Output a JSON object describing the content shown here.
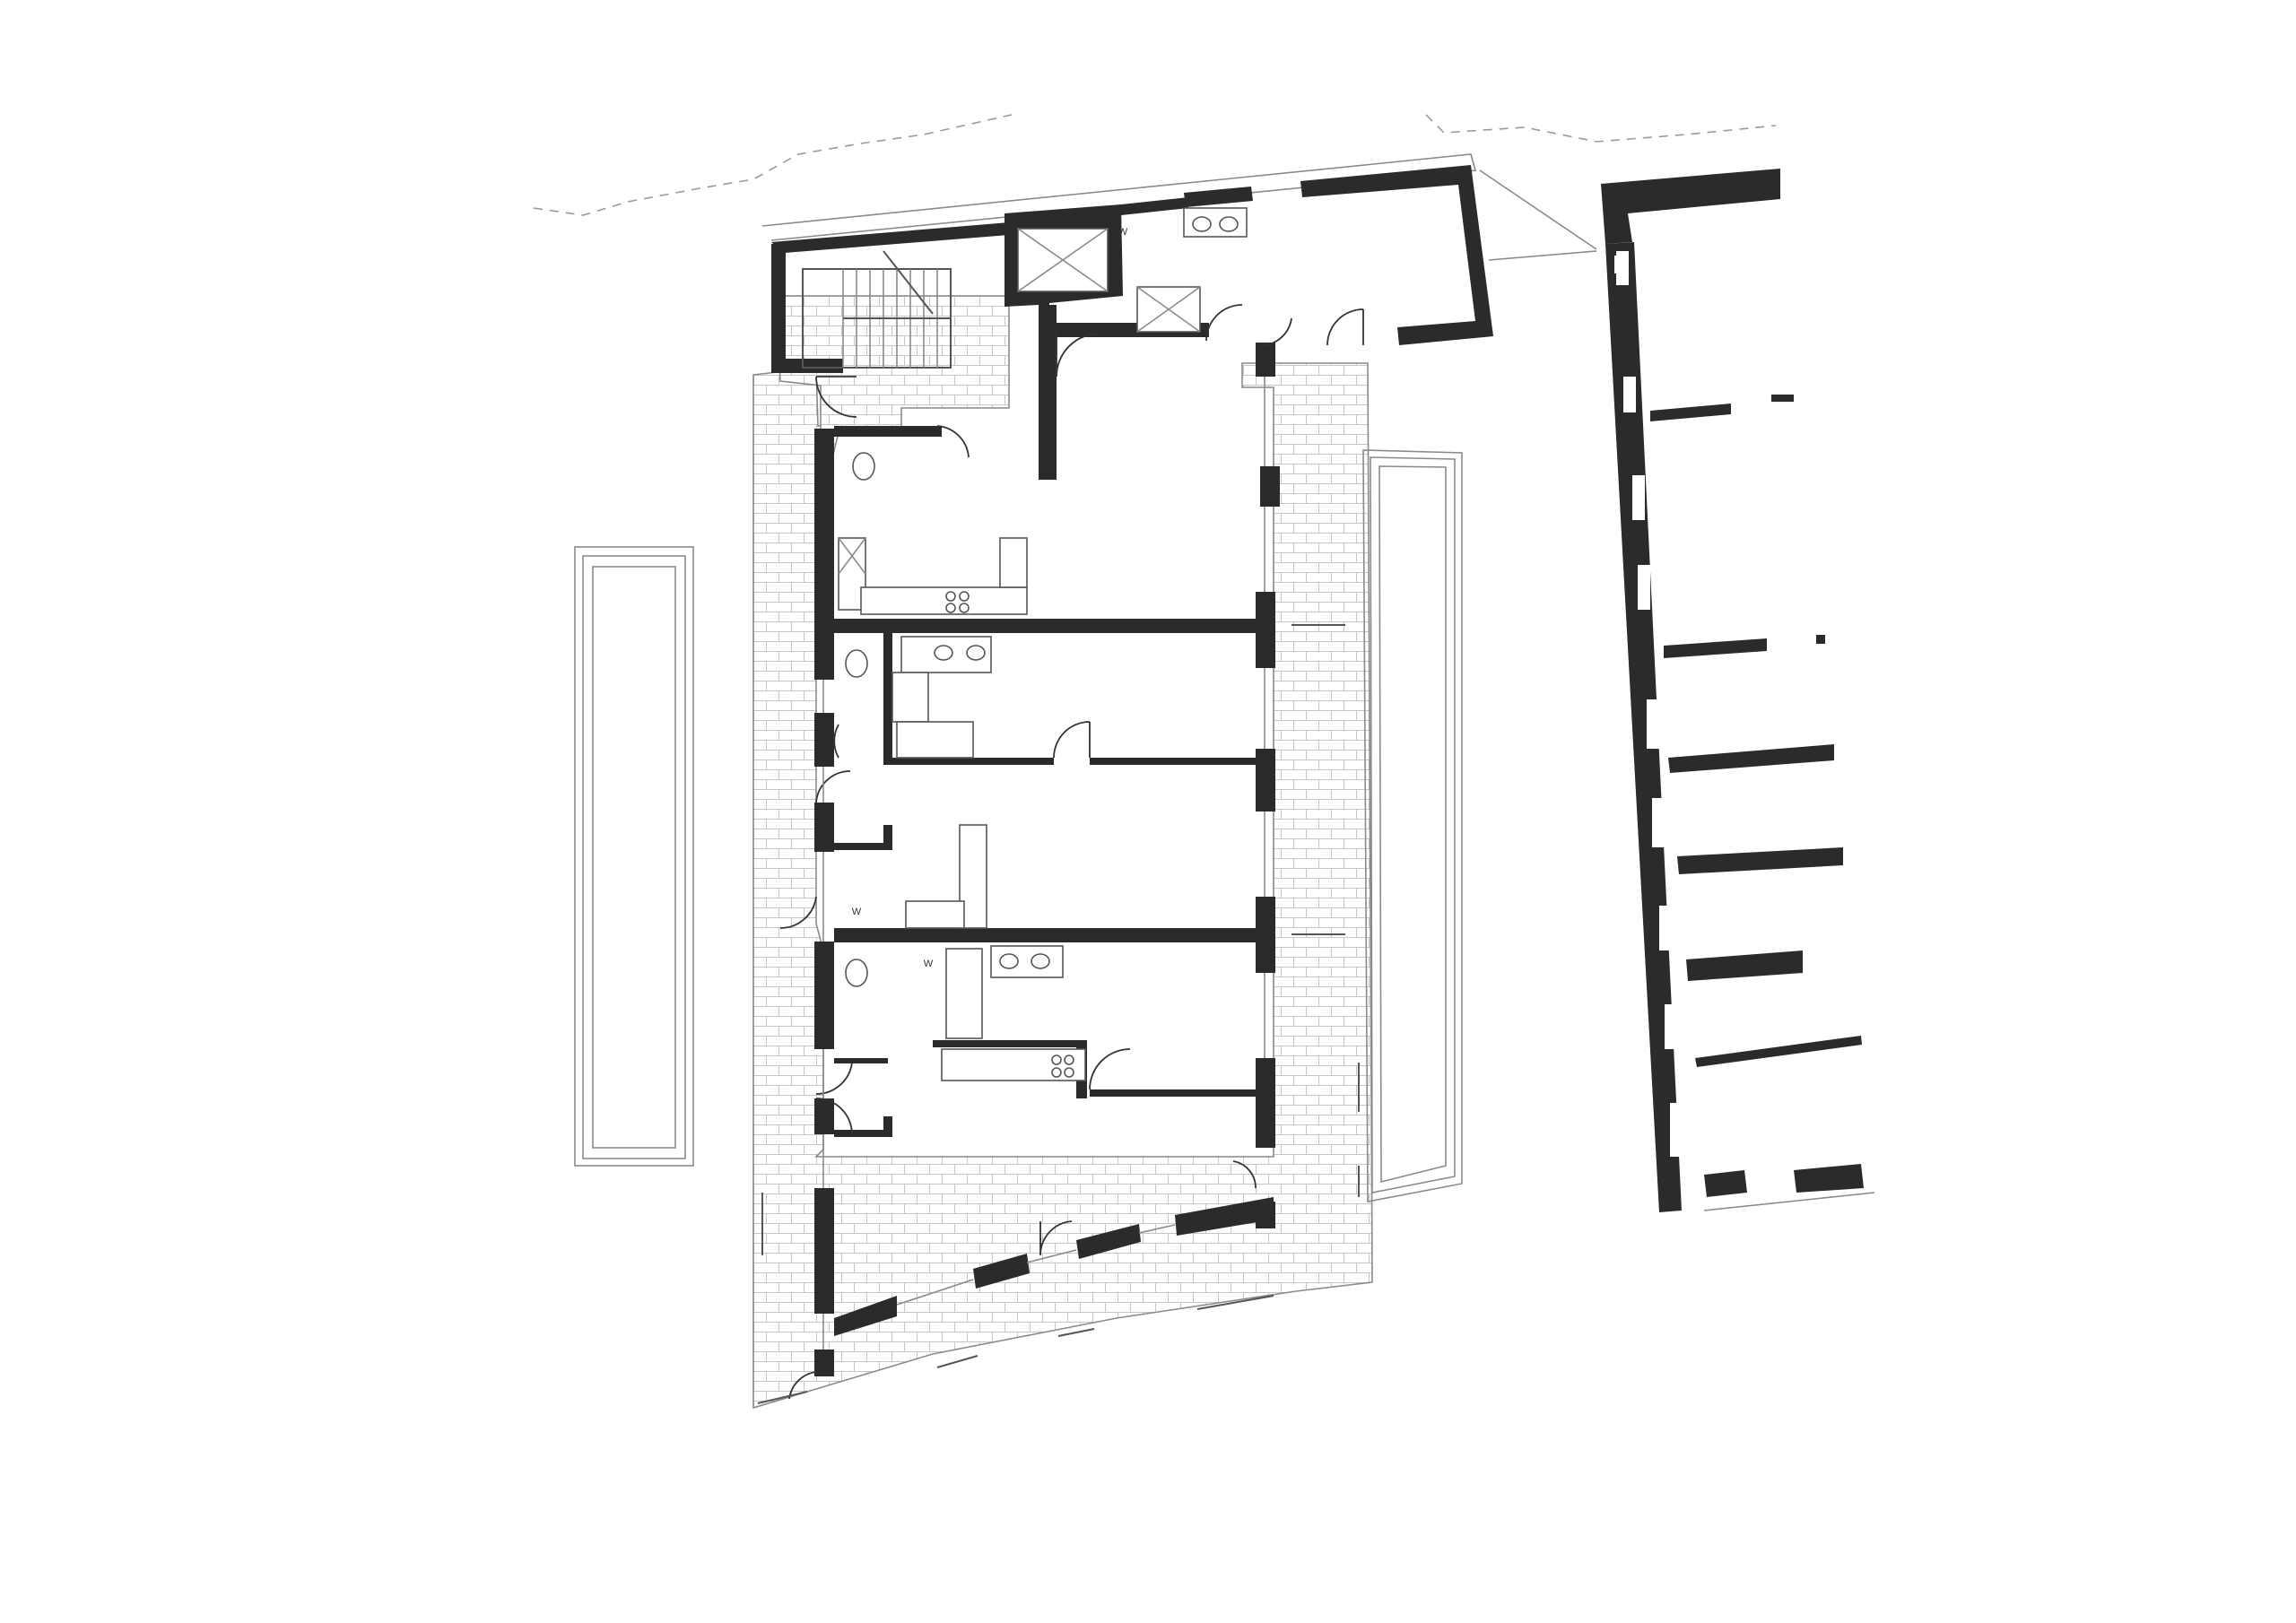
{
  "plan": {
    "labels": {
      "w_upper": "W",
      "w_lower": "W",
      "w_corridor": "W"
    }
  }
}
